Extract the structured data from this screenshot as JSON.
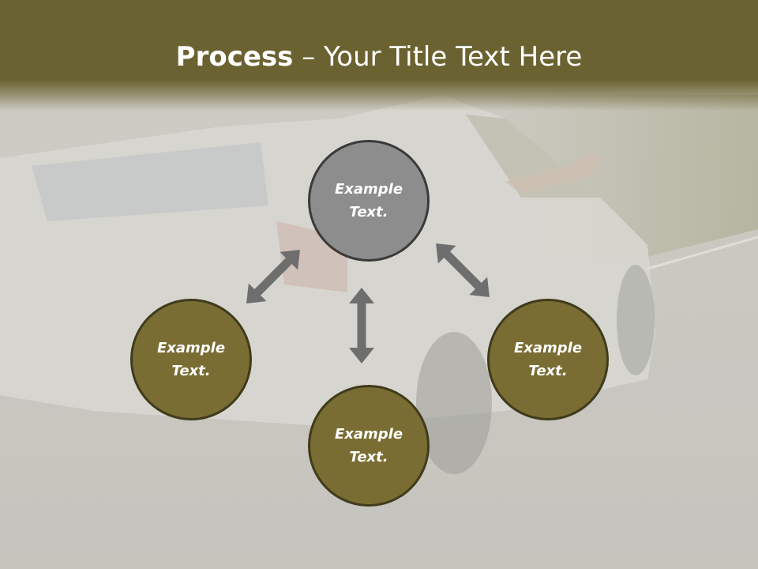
{
  "slide": {
    "title_bold": "Process",
    "title_dash": " – ",
    "title_rest": "Your Title Text Here"
  },
  "nodes": {
    "top": "Example Text.",
    "left": "Example Text.",
    "right": "Example Text.",
    "bottom": "Example Text."
  },
  "colors": {
    "header": "#6b6231",
    "node_olive": "#7a6d33",
    "node_gray": "#8d8d8d",
    "arrow": "#6e6e6e"
  }
}
